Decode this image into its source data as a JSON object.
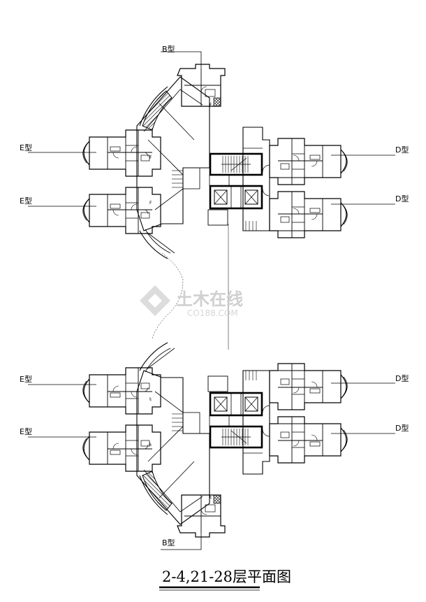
{
  "labels": {
    "b_top": "B型",
    "b_bottom": "B型",
    "e_1": "E型",
    "e_2": "E型",
    "e_3": "E型",
    "e_4": "E型",
    "d_1": "D型",
    "d_2": "D型",
    "d_3": "D型",
    "d_4": "D型"
  },
  "title": "2-4,21-28层平面图",
  "watermark": {
    "cn": "土木在线",
    "en": "CO188.COM"
  }
}
